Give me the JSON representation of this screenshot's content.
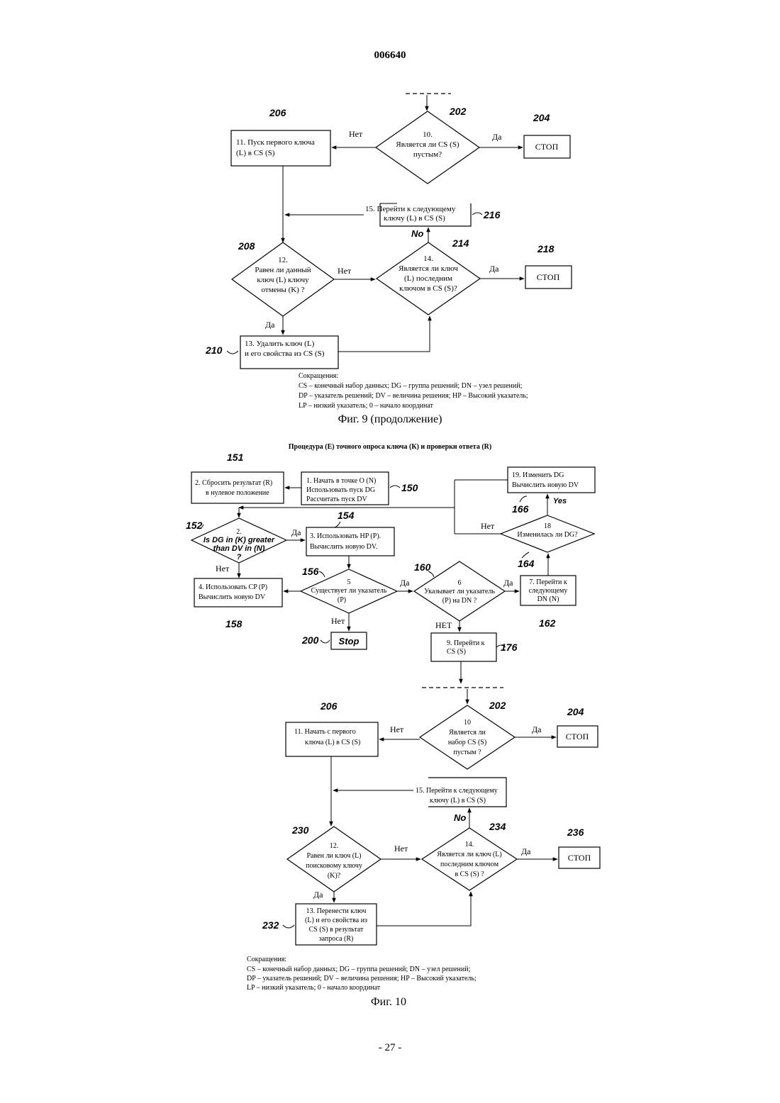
{
  "document_number": "006640",
  "page_number": "- 27 -",
  "fig9": {
    "caption": "Фиг. 9 (продолжение)",
    "refs": {
      "r206": "206",
      "r202": "202",
      "r204": "204",
      "r216": "216",
      "r208": "208",
      "r214": "214",
      "r218": "218",
      "r210": "210"
    },
    "box11": [
      "11. Пуск первого ключа",
      "(L) в CS (S)"
    ],
    "dia10": [
      "10.",
      "Является ли CS (S)",
      "пустым?"
    ],
    "stop_a": "СТОП",
    "box15": [
      "15. Перейти к следующему",
      "ключу (L) в CS (S)"
    ],
    "dia12": [
      "12.",
      "Равен ли данный",
      "ключ (L) ключу",
      "отмены (K) ?"
    ],
    "dia14": [
      "14.",
      "Является ли ключ",
      "(L) последним",
      "ключом в CS (S)?"
    ],
    "stop_b": "СТОП",
    "box13": [
      "13. Удалить ключ (L)",
      "и его свойства из CS (S)"
    ],
    "net1": "Нет",
    "da1": "Да",
    "net2": "Нет",
    "da2": "Да",
    "da3": "Да",
    "no": "No",
    "abbr_title": "Сокращения:",
    "abbr_lines": [
      "CS – конечный набор данных; DG – группа решений; DN – узел решений;",
      "DP – указатель решений; DV – величина решения; HP – Высокий указатель;",
      "LP – низкий указатель; 0 – начало координат"
    ]
  },
  "fig10": {
    "title": "Процедура (Е) точного опроса ключа (К) и проверки ответа (R)",
    "caption": "Фиг. 10",
    "refs": {
      "r151": "151",
      "r150": "150",
      "r154": "154",
      "r152": "152",
      "r166": "166",
      "r164": "164",
      "r156": "156",
      "r160": "160",
      "r158": "158",
      "r162": "162",
      "r200": "200",
      "r176": "176",
      "r206": "206",
      "r202": "202",
      "r204": "204",
      "r230": "230",
      "r234": "234",
      "r236": "236",
      "r232": "232"
    },
    "box2": [
      "2. Сбросить результат (R)",
      "в нулевое положение"
    ],
    "box1": [
      "1. Начать в точке O (N)",
      "Использовать пуск DG",
      "Рассчитать пуск DV"
    ],
    "box19": [
      "19. Изменить DG",
      "Вычислить новую DV"
    ],
    "yes": "Yes",
    "dia2": [
      "2.",
      "Is DG in (K) greater",
      "than DV in (N)",
      "?"
    ],
    "box3": [
      "3. Использовать HP (P).",
      "Вычислить новую DV."
    ],
    "dia18": [
      "18",
      "Изменилась ли DG?"
    ],
    "box4": [
      "4. Использовать CP (P)",
      "Вычислить новую DV"
    ],
    "dia5": [
      "5",
      "Существует ли указатель",
      "(P)"
    ],
    "dia6": [
      "6",
      "Указывает ли указатель",
      "(P) на DN ?"
    ],
    "box7": [
      "7. Перейти к",
      "следующему",
      "DN (N)"
    ],
    "stop": "Stop",
    "box9": [
      "9. Перейти к",
      "CS (S)"
    ],
    "dia10": [
      "10",
      "Является ли",
      "набор CS (S)",
      "пустым ?"
    ],
    "box11": [
      "11. Начать с первого",
      "ключа (L) в CS (S)"
    ],
    "stop_a": "СТОП",
    "box15": [
      "15. Перейти к следующему",
      "ключу (L) в CS (S)"
    ],
    "no": "No",
    "dia12": [
      "12.",
      "Равен ли ключ (L)",
      "поисковому ключу",
      "(K)?"
    ],
    "dia14": [
      "14.",
      "Является ли ключ (L)",
      "последним ключом",
      "в CS (S) ?"
    ],
    "stop_b": "СТОП",
    "box13": [
      "13. Перенести ключ",
      "(L) и его свойства из",
      "CS (S) в результат",
      "запроса (R)"
    ],
    "da_2": "Да",
    "net_2": "Нет",
    "net_18": "Нет",
    "da_5": "Да",
    "net_5": "Нет",
    "da_6": "Да",
    "net_6": "НЕТ",
    "net_10": "Нет",
    "da_10": "Да",
    "net_12": "Нет",
    "da_12": "Да",
    "da_14": "Да",
    "abbr_title": "Сокращения:",
    "abbr_lines": [
      "CS – конечный набор данных; DG – группа решений; DN – узел решений;",
      "DP – указатель решений; DV – величина решения; HP – Высокий указатель;",
      "LP – низкий указатель; 0 - начало координат"
    ]
  }
}
